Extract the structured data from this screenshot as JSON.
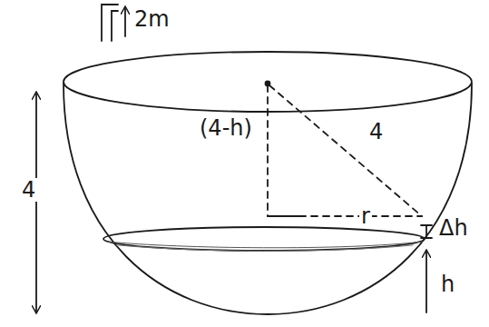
{
  "diagram": {
    "labels": [
      "2m",
      "4",
      "(4-h)",
      "4",
      "r",
      "Δh",
      "h"
    ]
  }
}
